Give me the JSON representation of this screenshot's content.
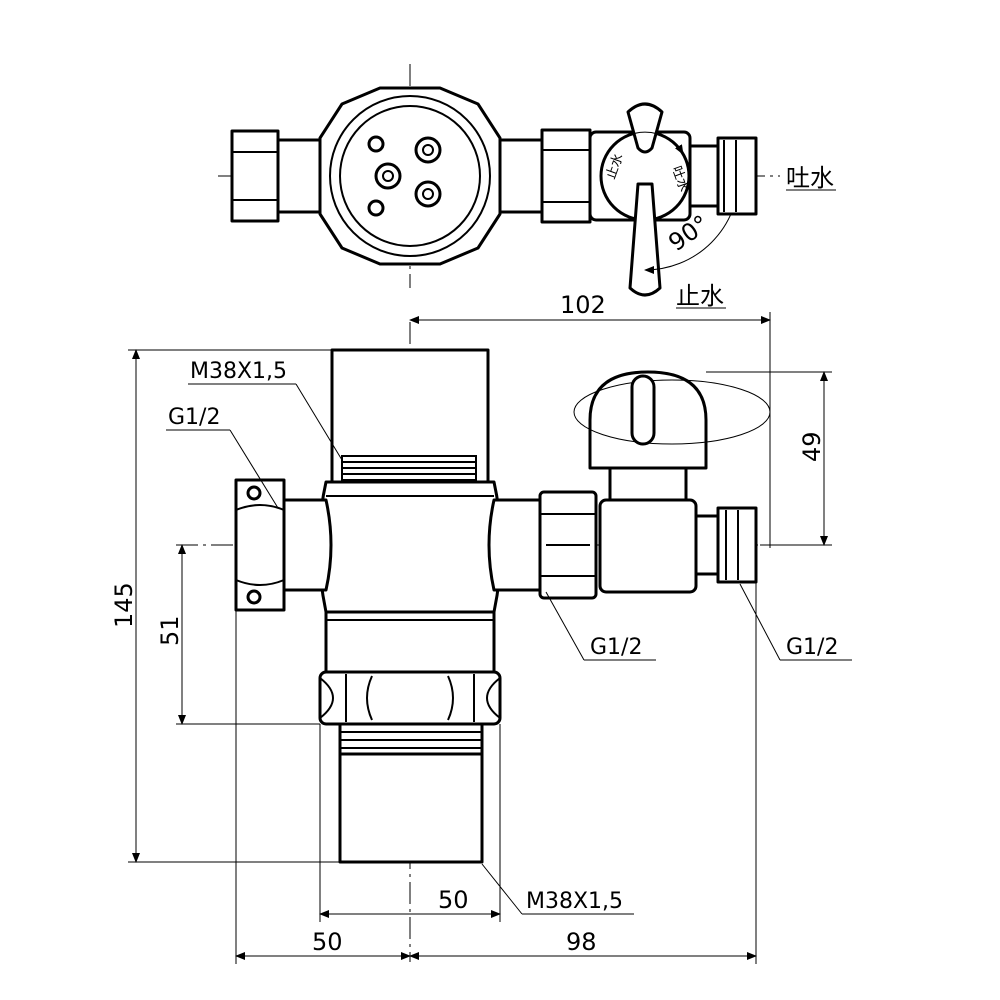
{
  "top_view": {
    "label_spout": "吐水",
    "label_stop": "止水",
    "angle": "90°",
    "dial_left": "止水",
    "dial_right": "吐水"
  },
  "front_view": {
    "thread_top": "M38X1,5",
    "thread_bottom": "M38X1,5",
    "g_left": "G1/2",
    "g_mid": "G1/2",
    "g_right": "G1/2"
  },
  "dimensions": {
    "d102": "102",
    "d49": "49",
    "d145": "145",
    "d51": "51",
    "d50_inner": "50",
    "d50_left": "50",
    "d98": "98"
  }
}
